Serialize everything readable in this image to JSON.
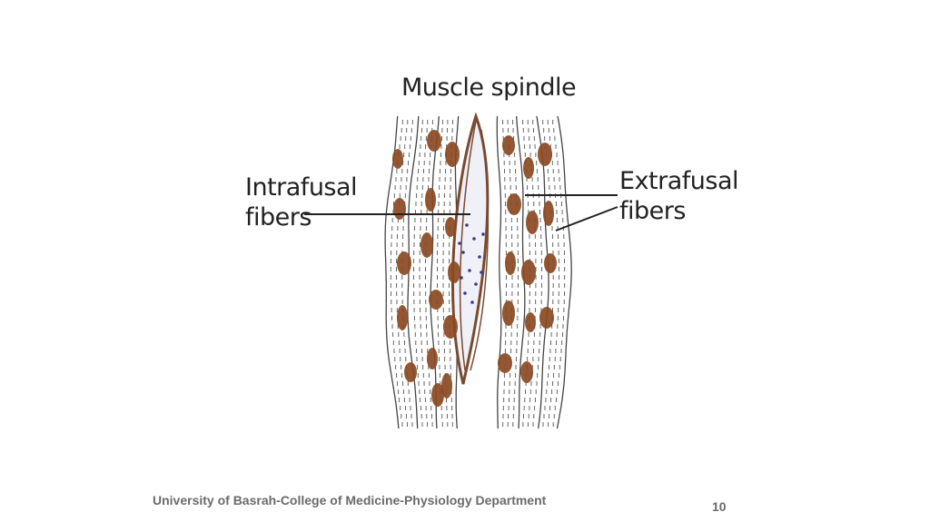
{
  "diagram": {
    "title": "Muscle spindle",
    "labels": {
      "intrafusal": "Intrafusal\nfibers",
      "extrafusal": "Extrafusal\nfibers"
    },
    "colors": {
      "nucleus": "#8a4a22",
      "capsule": "#7a4a30",
      "stroke": "#444444",
      "spindle_fill": "#f0f0f8",
      "spindle_dots": "#3a3a8a"
    }
  },
  "footer": {
    "institution": "University of Basrah-College of Medicine-Physiology Department",
    "page_number": "10"
  }
}
